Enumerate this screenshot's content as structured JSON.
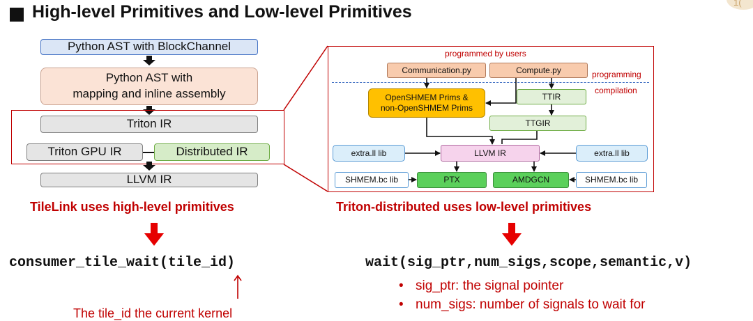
{
  "title": "High-level Primitives and Low-level Primitives",
  "left": {
    "boxes": {
      "python_ast_blockchannel": "Python AST with BlockChannel",
      "python_ast_mapping_line1": "Python AST with",
      "python_ast_mapping_line2": "mapping and inline assembly",
      "triton_ir": "Triton IR",
      "triton_gpu_ir": "Triton GPU IR",
      "distributed_ir": "Distributed IR",
      "llvm_ir": "LLVM IR"
    },
    "heading": "TileLink uses high-level primitives",
    "code": "consumer_tile_wait(tile_id)",
    "annotation": "The tile_id the current kernel"
  },
  "right": {
    "programmed_by_users": "programmed by users",
    "programming": "programming",
    "compilation": "compilation",
    "boxes": {
      "communication_py": "Communication.py",
      "compute_py": "Compute.py",
      "openshmem_prims_line1": "OpenSHMEM Prims &",
      "openshmem_prims_line2": "non-OpenSHMEM Prims",
      "ttir": "TTIR",
      "ttgir": "TTGIR",
      "extra_ll_lib_left": "extra.ll lib",
      "llvm_ir": "LLVM IR",
      "extra_ll_lib_right": "extra.ll lib",
      "shmem_bc_lib_left": "SHMEM.bc lib",
      "ptx": "PTX",
      "amdgcn": "AMDGCN",
      "shmem_bc_lib_right": "SHMEM.bc lib"
    },
    "heading": "Triton-distributed uses low-level primitives",
    "code": "wait(sig_ptr,num_sigs,scope,semantic,v)",
    "bullets": [
      "sig_ptr: the signal pointer",
      "num_sigs: number of signals to wait for"
    ]
  },
  "page_number": "1(",
  "colors": {
    "blue_fill": "#dbe6f6",
    "peach_fill": "#fbe3d6",
    "gray_fill": "#e5e5e5",
    "green_fill": "#d6ecc8",
    "orange_fill": "#ffc000",
    "light_orange_fill": "#f8cbad",
    "ttir_fill": "#e2f0d9",
    "pink_fill": "#f6d3ec",
    "sky_fill": "#dbeefa",
    "bright_green": "#5bd05b",
    "red": "#c00000"
  },
  "icons": [
    "square-bullet-icon",
    "down-arrow-icon",
    "up-arrow-icon",
    "bullet-dot-icon"
  ]
}
